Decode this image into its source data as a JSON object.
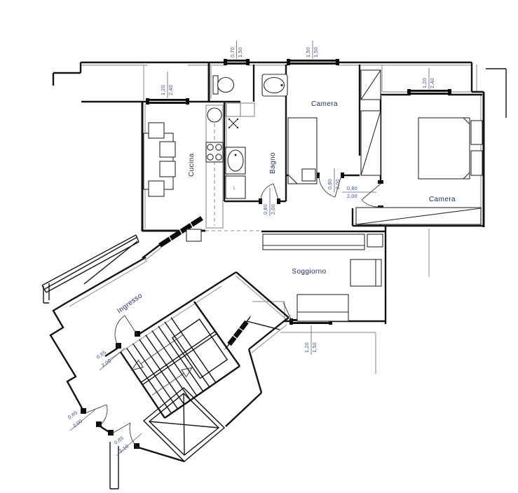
{
  "plan": {
    "rooms": {
      "cucina": "Cucina",
      "bagno": "Bagno",
      "camera_top": "Camera",
      "camera_right": "Camera",
      "soggiorno": "Soggiorno",
      "ingresso": "Ingresso"
    },
    "windows": {
      "bagno": {
        "width_m": "0,70",
        "height_m": "1,50"
      },
      "camera_top": {
        "width_m": "1,50",
        "height_m": "1,50"
      },
      "terrace": {
        "width_m": "1,20",
        "height_m": "2,40"
      },
      "camera_right": {
        "width_m": "1,20",
        "height_m": "2,40"
      },
      "soggiorno": {
        "width_m": "1,20",
        "height_m": "1,50"
      }
    },
    "doors": {
      "bagno": {
        "width_m": "0,80",
        "height_m": "2,00"
      },
      "camera_top": {
        "width_m": "0,80",
        "height_m": "2,00"
      },
      "camera_right": {
        "width_m": "0,80",
        "height_m": "2,00"
      },
      "ingresso": {
        "width_m": "0,85",
        "height_m": "2,00"
      },
      "lobby": {
        "width_m": "0,85",
        "height_m": "2,00"
      },
      "lower": {
        "width_m": "0,85",
        "height_m": "2,10"
      }
    },
    "fixtures": {
      "washing_machine": "L"
    },
    "colors": {
      "wall": "#141414",
      "secondary": "#9d9d9d",
      "room_label": "#1c2a5e",
      "dimension": "#3d4f85"
    }
  }
}
